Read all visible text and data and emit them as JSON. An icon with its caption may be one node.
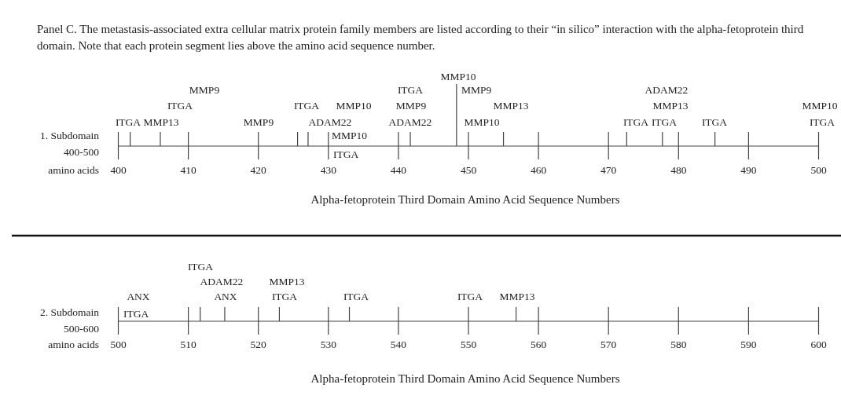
{
  "diagram": {
    "title": "Panel C. The metastasis-associated extra cellular matrix protein family members are listed according to their “in silico” interaction with the alpha-fetoprotein third domain. Note that each protein segment lies above the amino acid sequence number.",
    "labels": [
      "MMP10",
      "MMP9",
      "ITGA",
      "MMP9",
      "ADAM22",
      "ITGA",
      "ITGA",
      "MMP10",
      "MMP9",
      "MMP13",
      "MMP13",
      "MMP10",
      "ITGA",
      "MMP13",
      "MMP9",
      "ADAM22",
      "ADAM22",
      "MMP10",
      "ITGA",
      "ITGA",
      "ITGA",
      "ITGA",
      "1. Subdomain",
      "MMP10",
      "400-500",
      "ITGA",
      "amino acids",
      "400",
      "410",
      "420",
      "430",
      "440",
      "450",
      "460",
      "470",
      "480",
      "490",
      "500",
      "Alpha-fetoprotein Third Domain Amino Acid Sequence Numbers",
      "ITGA",
      "ADAM22",
      "MMP13",
      "ANX",
      "ANX",
      "ITGA",
      "ITGA",
      "ITGA",
      "MMP13",
      "2. Subdomain",
      "ITGA",
      "500-600",
      "amino acids",
      "500",
      "510",
      "520",
      "530",
      "540",
      "550",
      "560",
      "570",
      "580",
      "590",
      "600",
      "Alpha-fetoprotein Third Domain Amino Acid Sequence Numbers"
    ]
  }
}
